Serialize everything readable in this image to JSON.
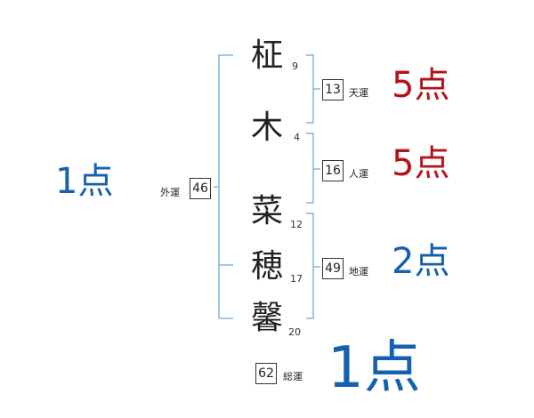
{
  "name_chars": [
    {
      "char": "柾",
      "strokes": "9"
    },
    {
      "char": "木",
      "strokes": "4"
    },
    {
      "char": "菜",
      "strokes": "12"
    },
    {
      "char": "穂",
      "strokes": "17"
    },
    {
      "char": "馨",
      "strokes": "20"
    }
  ],
  "fortunes": {
    "ten": {
      "value": "13",
      "label": "天運",
      "score": "5点"
    },
    "jin": {
      "value": "16",
      "label": "人運",
      "score": "5点"
    },
    "chi": {
      "value": "49",
      "label": "地運",
      "score": "2点"
    },
    "gai": {
      "value": "46",
      "label": "外運",
      "score": "1点"
    },
    "sou": {
      "value": "62",
      "label": "総運",
      "score": "1点"
    }
  },
  "colors": {
    "bracket": "#7fb8e0",
    "good": "#b5121b",
    "bad": "#1560b0"
  }
}
